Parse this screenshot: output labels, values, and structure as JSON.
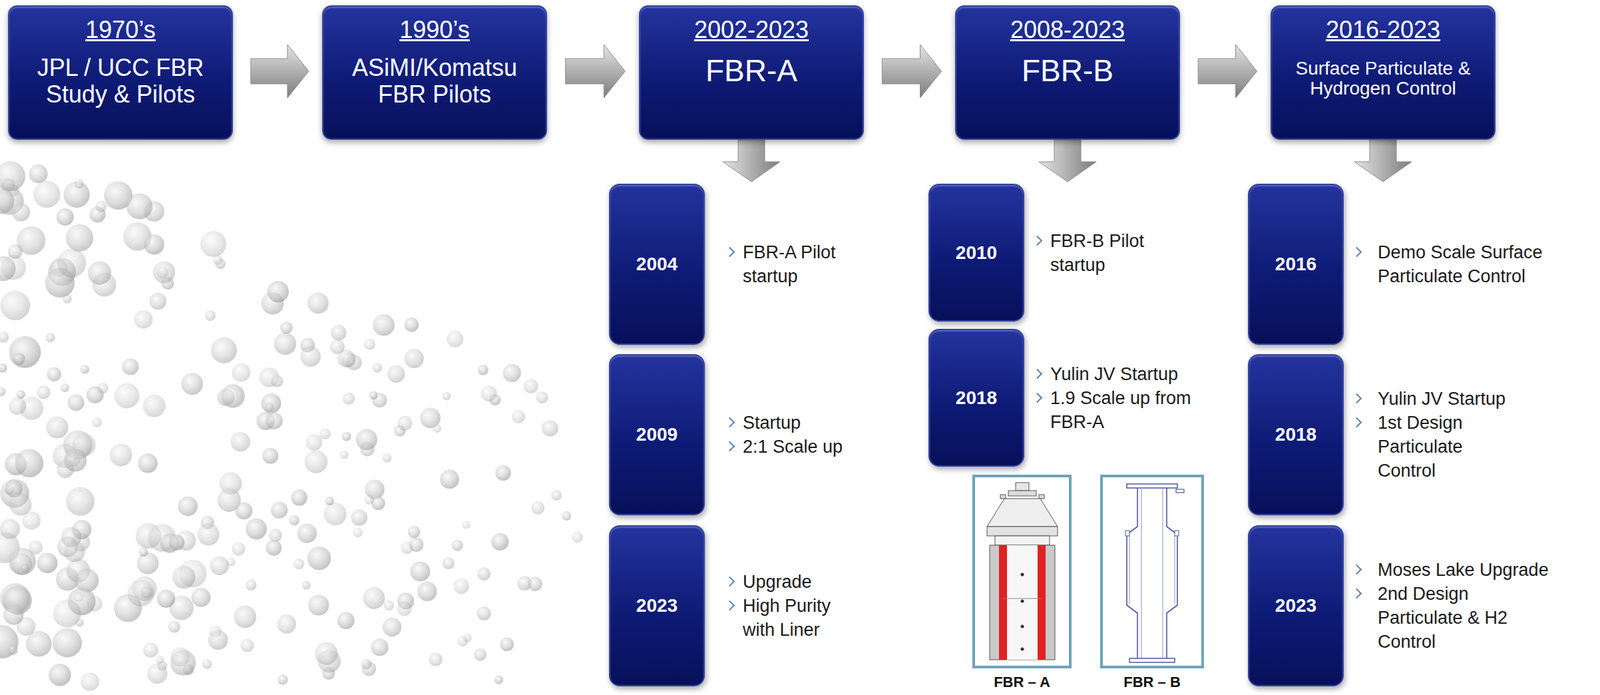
{
  "diagram": {
    "nodes": [
      {
        "text": [
          "1970’s",
          "JPL / UCC FBR Study & Pilots"
        ]
      },
      {
        "text": [
          "1990’s",
          "ASiMI/Komatsu FBR Pilots"
        ]
      },
      {
        "text": [
          "2002-2023",
          "FBR-A"
        ]
      },
      {
        "text": [
          "2008-2023",
          "FBR-B"
        ]
      },
      {
        "text": [
          "2016-2023",
          "Surface Particulate & Hydrogen Control"
        ]
      },
      {
        "text": [
          "2004",
          "FBR-A Pilot startup"
        ]
      },
      {
        "text": [
          "2009",
          "Startup",
          "2:1 Scale up"
        ]
      },
      {
        "text": [
          "2023",
          "Upgrade",
          "High Purity with Liner"
        ]
      },
      {
        "text": [
          "2010",
          "FBR-B Pilot startup"
        ]
      },
      {
        "text": [
          "2018",
          "Yulin JV Startup",
          "1.9 Scale up from FBR-A"
        ]
      },
      {
        "text": [
          "2016",
          "Demo Scale Surface Particulate Control"
        ]
      },
      {
        "text": [
          "2018",
          "Yulin JV Startup",
          "1st Design Particulate Control"
        ]
      },
      {
        "text": [
          "2023",
          "Moses Lake Upgrade",
          "2nd Design Particulate & H2 Control"
        ]
      }
    ],
    "edges": [
      {
        "from": 0,
        "to": 1,
        "arrow": "to"
      },
      {
        "from": 1,
        "to": 2,
        "arrow": "to"
      },
      {
        "from": 2,
        "to": 3,
        "arrow": "to"
      },
      {
        "from": 3,
        "to": 4,
        "arrow": "to"
      },
      {
        "from": 2,
        "to": 5,
        "arrow": "to"
      },
      {
        "from": 3,
        "to": 8,
        "arrow": "to"
      },
      {
        "from": 4,
        "to": 10,
        "arrow": "to"
      }
    ],
    "labels": [
      "FBR – A",
      "FBR – B"
    ]
  }
}
